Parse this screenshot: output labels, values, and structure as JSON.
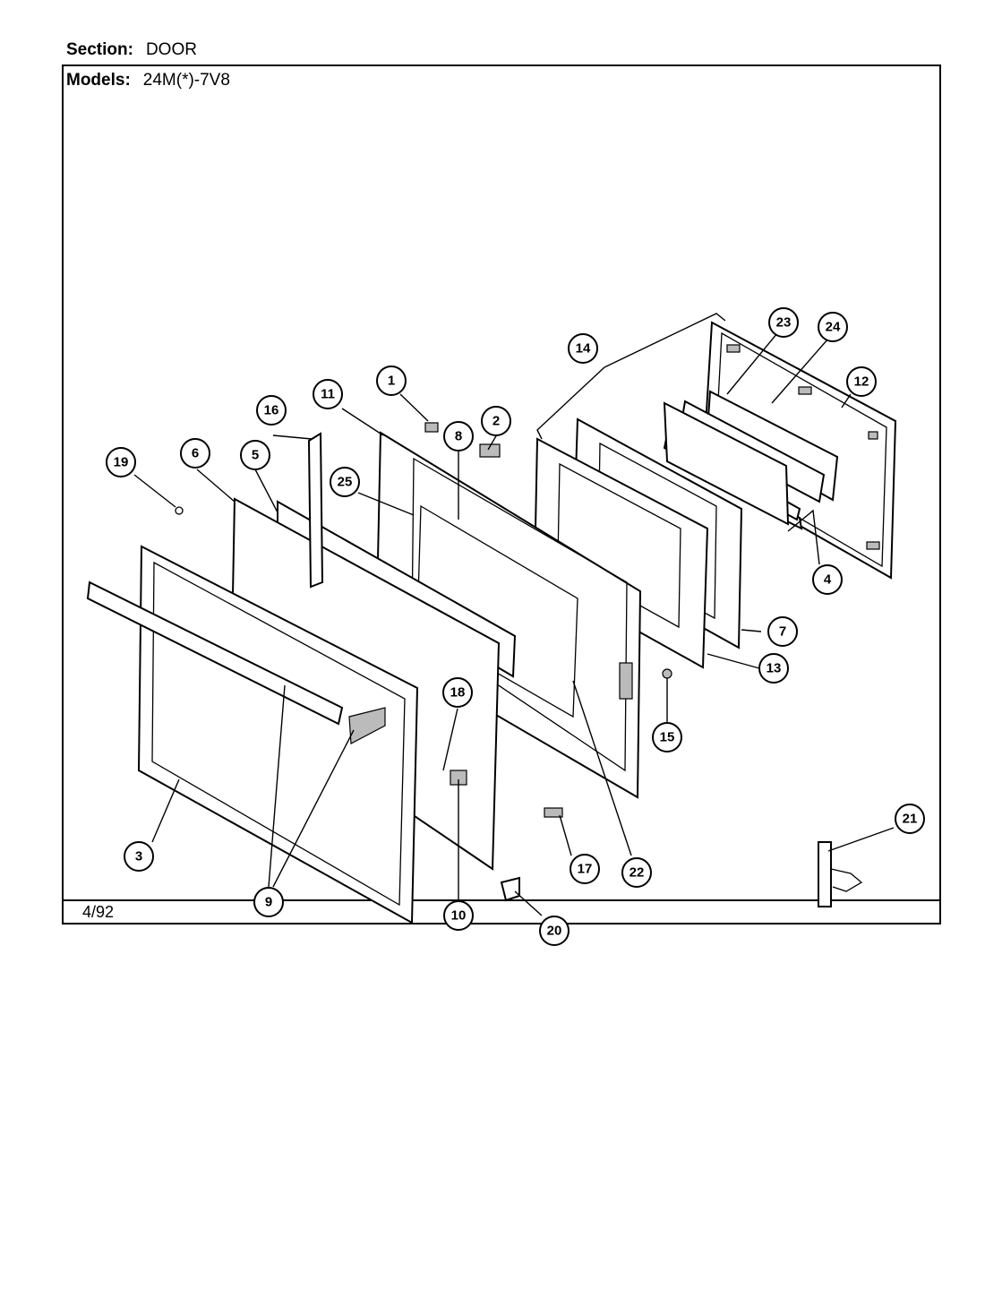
{
  "header": {
    "section_label": "Section:",
    "section_value": "DOOR",
    "models_label": "Models:",
    "models_value": "24M(*)-7V8"
  },
  "footer": {
    "date": "4/92"
  },
  "callouts": [
    "1",
    "2",
    "3",
    "4",
    "5",
    "6",
    "7",
    "8",
    "9",
    "10",
    "11",
    "12",
    "13",
    "14",
    "15",
    "16",
    "17",
    "18",
    "19",
    "20",
    "21",
    "22",
    "23",
    "24",
    "25"
  ]
}
